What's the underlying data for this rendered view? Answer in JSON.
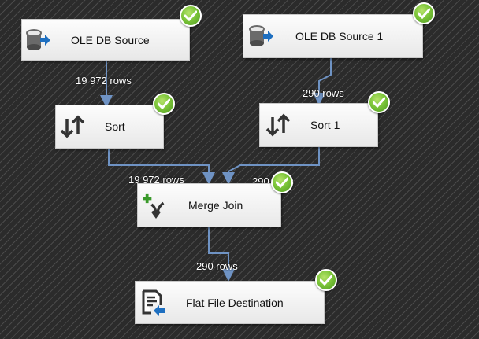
{
  "nodes": {
    "ole_db_source": {
      "label": "OLE DB Source",
      "icon": "database-source-icon",
      "status": "success"
    },
    "ole_db_source_1": {
      "label": "OLE DB Source 1",
      "icon": "database-source-icon",
      "status": "success"
    },
    "sort": {
      "label": "Sort",
      "icon": "sort-arrows-icon",
      "status": "success"
    },
    "sort_1": {
      "label": "Sort 1",
      "icon": "sort-arrows-icon",
      "status": "success"
    },
    "merge_join": {
      "label": "Merge Join",
      "icon": "merge-join-icon",
      "status": "success"
    },
    "flat_file_destination": {
      "label": "Flat File Destination",
      "icon": "flat-file-destination-icon",
      "status": "success"
    }
  },
  "flows": {
    "source_to_sort": "19 972 rows",
    "source1_to_sort1": "290 rows",
    "sort_to_merge": "19 972 rows",
    "sort1_to_merge": "290 rows",
    "merge_to_destination": "290 rows"
  },
  "colors": {
    "background": "#2b2b2b",
    "stripe": "#4a4a4a",
    "connector": "#6f93c4",
    "success": "#6cbf2f",
    "icon_blue": "#1e6fc0"
  }
}
